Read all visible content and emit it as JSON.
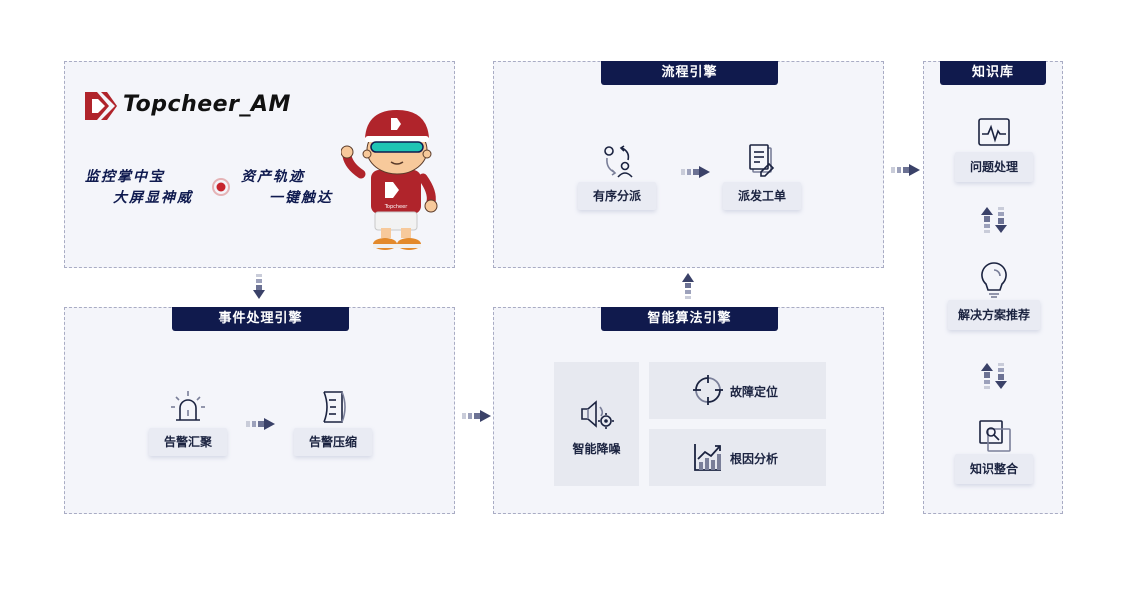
{
  "brand": {
    "name": "Topcheer_AM",
    "slogan_left_1": "监控掌中宝",
    "slogan_left_2": "大屏显神威",
    "slogan_right_1": "资产轨迹",
    "slogan_right_2": "一键触达",
    "mascot_shirt_text": "Topcheer",
    "colors": {
      "brand_red": "#b0242b",
      "navy": "#101a4d"
    }
  },
  "workflow_engine": {
    "title": "流程引擎",
    "nodes": [
      {
        "label": "有序分派",
        "icon": "dispatch-user-icon"
      },
      {
        "label": "派发工单",
        "icon": "work-order-icon"
      }
    ]
  },
  "event_engine": {
    "title": "事件处理引擎",
    "nodes": [
      {
        "label": "告警汇聚",
        "icon": "alarm-light-icon"
      },
      {
        "label": "告警压缩",
        "icon": "compress-icon"
      }
    ]
  },
  "algorithm_engine": {
    "title": "智能算法引擎",
    "noise_reduction": {
      "label": "智能降噪",
      "icon": "speaker-gear-icon"
    },
    "fault_location": {
      "label": "故障定位",
      "icon": "crosshair-icon"
    },
    "root_cause": {
      "label": "根因分析",
      "icon": "trend-chart-icon"
    }
  },
  "knowledge_base": {
    "title": "知识库",
    "nodes": [
      {
        "label": "问题处理",
        "icon": "pulse-monitor-icon"
      },
      {
        "label": "解决方案推荐",
        "icon": "lightbulb-icon"
      },
      {
        "label": "知识整合",
        "icon": "knowledge-integration-icon"
      }
    ]
  }
}
